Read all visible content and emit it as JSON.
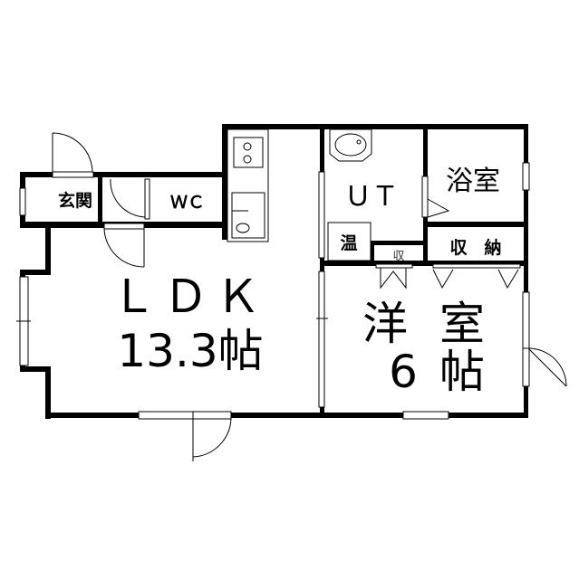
{
  "rooms": {
    "ldk": {
      "name": "ＬＤＫ",
      "size": "13.3帖"
    },
    "western": {
      "name1": "洋",
      "name2": "室",
      "size1": "6",
      "size2": "帖"
    },
    "ut": "ＵＴ",
    "bath": "浴室",
    "storage": "収　納",
    "entrance": "玄関",
    "wc": "ＷＣ",
    "water_heater": "温",
    "closet_small": "収"
  }
}
